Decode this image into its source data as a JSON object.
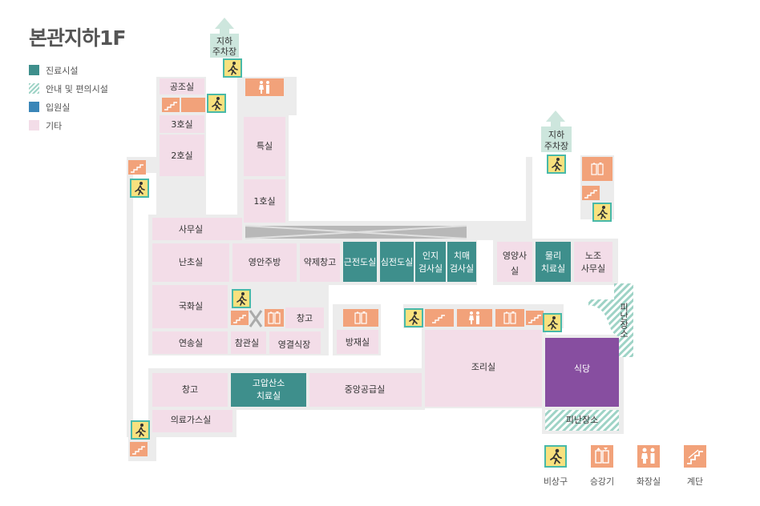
{
  "title": "본관지하1F",
  "legend": [
    {
      "label": "진료시설",
      "color": "#3e8f8c"
    },
    {
      "label": "안내 및 편의시설",
      "color": "#9ed3c6",
      "pattern": "hatch"
    },
    {
      "label": "입원실",
      "color": "#3a86b8"
    },
    {
      "label": "기타",
      "color": "#f3dde8"
    }
  ],
  "colors": {
    "corridor": "#ececec",
    "room": "#f3dde8",
    "clinic": "#3e8f8c",
    "cafeteria": "#874ea0",
    "facility": "#f2a27a",
    "exit_bg": "#f8e17e",
    "exit_border": "#48b9a8",
    "parking_arrow": "#cde6dd"
  },
  "parking": [
    {
      "line1": "지하",
      "line2": "주차장"
    },
    {
      "line1": "지하",
      "line2": "주차장"
    }
  ],
  "rooms": {
    "gongjo": "공조실",
    "room3": "3호실",
    "room2": "2호실",
    "teuk": "특실",
    "room1": "1호실",
    "samu": "사무실",
    "nanjo": "난초실",
    "yeongan": "영안주방",
    "yakje": "약제창고",
    "geunjeondo": "근전도실",
    "simjeondo": "심전도실",
    "inji_1": "인지",
    "inji_2": "검사실",
    "chimae_1": "치매",
    "chimae_2": "검사실",
    "yeongyang_1": "영양사",
    "yeongyang_2": "실",
    "mulli_1": "물리",
    "mulli_2": "치료실",
    "nojo_1": "노조",
    "nojo_2": "사무실",
    "gukhwa": "국화실",
    "changgo1": "창고",
    "bangjae": "방재실",
    "yeonsong": "연송실",
    "chamgwan": "참관실",
    "yeonggyeol": "영결식장",
    "piran_v": "피난장소",
    "jori": "조리실",
    "sikdang": "식당",
    "piran_h": "피난장소",
    "changgo2": "창고",
    "goap_1": "고압산소",
    "goap_2": "치료실",
    "jungang": "중앙공급실",
    "uiryo": "의료가스실"
  },
  "icon_legend": [
    {
      "label": "비상구",
      "icon": "emergency-exit-icon"
    },
    {
      "label": "승강기",
      "icon": "elevator-icon"
    },
    {
      "label": "화장실",
      "icon": "restroom-icon"
    },
    {
      "label": "계단",
      "icon": "stairs-icon"
    }
  ]
}
